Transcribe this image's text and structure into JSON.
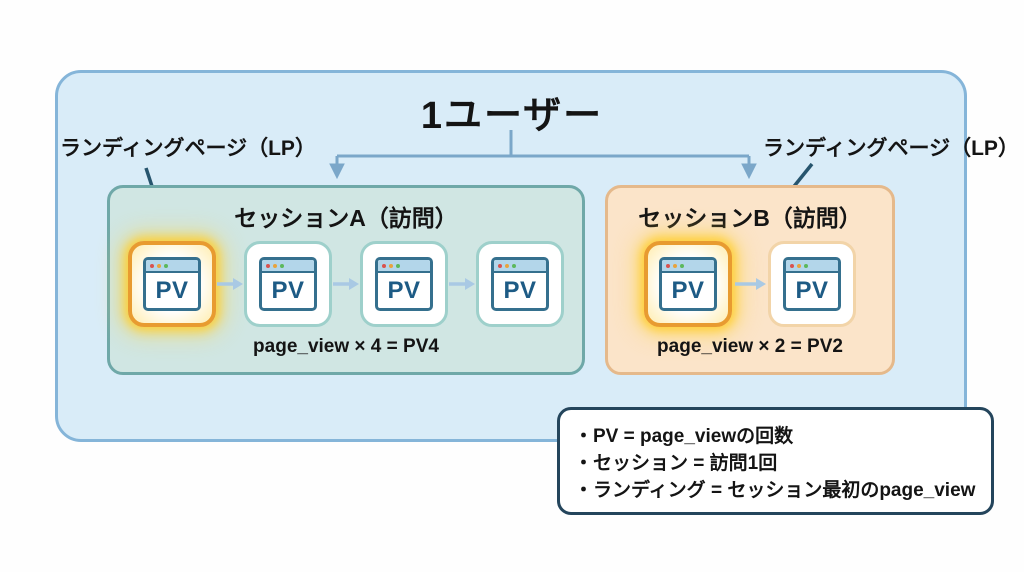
{
  "title": "1ユーザー",
  "pv_label": "PV",
  "labels": {
    "lp_left": "ランディングページ（LP）",
    "lp_right": "ランディングページ（LP）"
  },
  "session_a": {
    "title": "セッションA（訪問）",
    "caption": "page_view × 4 = PV4",
    "pv_count": 4
  },
  "session_b": {
    "title": "セッションB（訪問）",
    "caption": "page_view × 2 = PV2",
    "pv_count": 2
  },
  "legend": {
    "items": [
      "・PV = page_viewの回数",
      "・セッション = 訪問1回",
      "・ランディング = セッション最初のpage_view"
    ]
  },
  "colors": {
    "outer_bg": "#d9ecf8",
    "outer_border": "#85b5d9",
    "session_a_bg": "#d0e6e3",
    "session_a_border": "#6fa8a8",
    "session_b_bg": "#fbe4c9",
    "session_b_border": "#e5b98b",
    "landing_highlight_border": "#e89b30",
    "landing_highlight_glow": "#ffd646",
    "pv_text": "#1d5b85",
    "browser_icon_border": "#35708e",
    "browser_titlebar": "#b3d6ea",
    "flow_arrow": "#a9c9e4",
    "lp_annotation_arrow": "#27556e",
    "tree_connector": "#7ba7c9",
    "legend_border": "#24455c",
    "text": "#141414"
  }
}
